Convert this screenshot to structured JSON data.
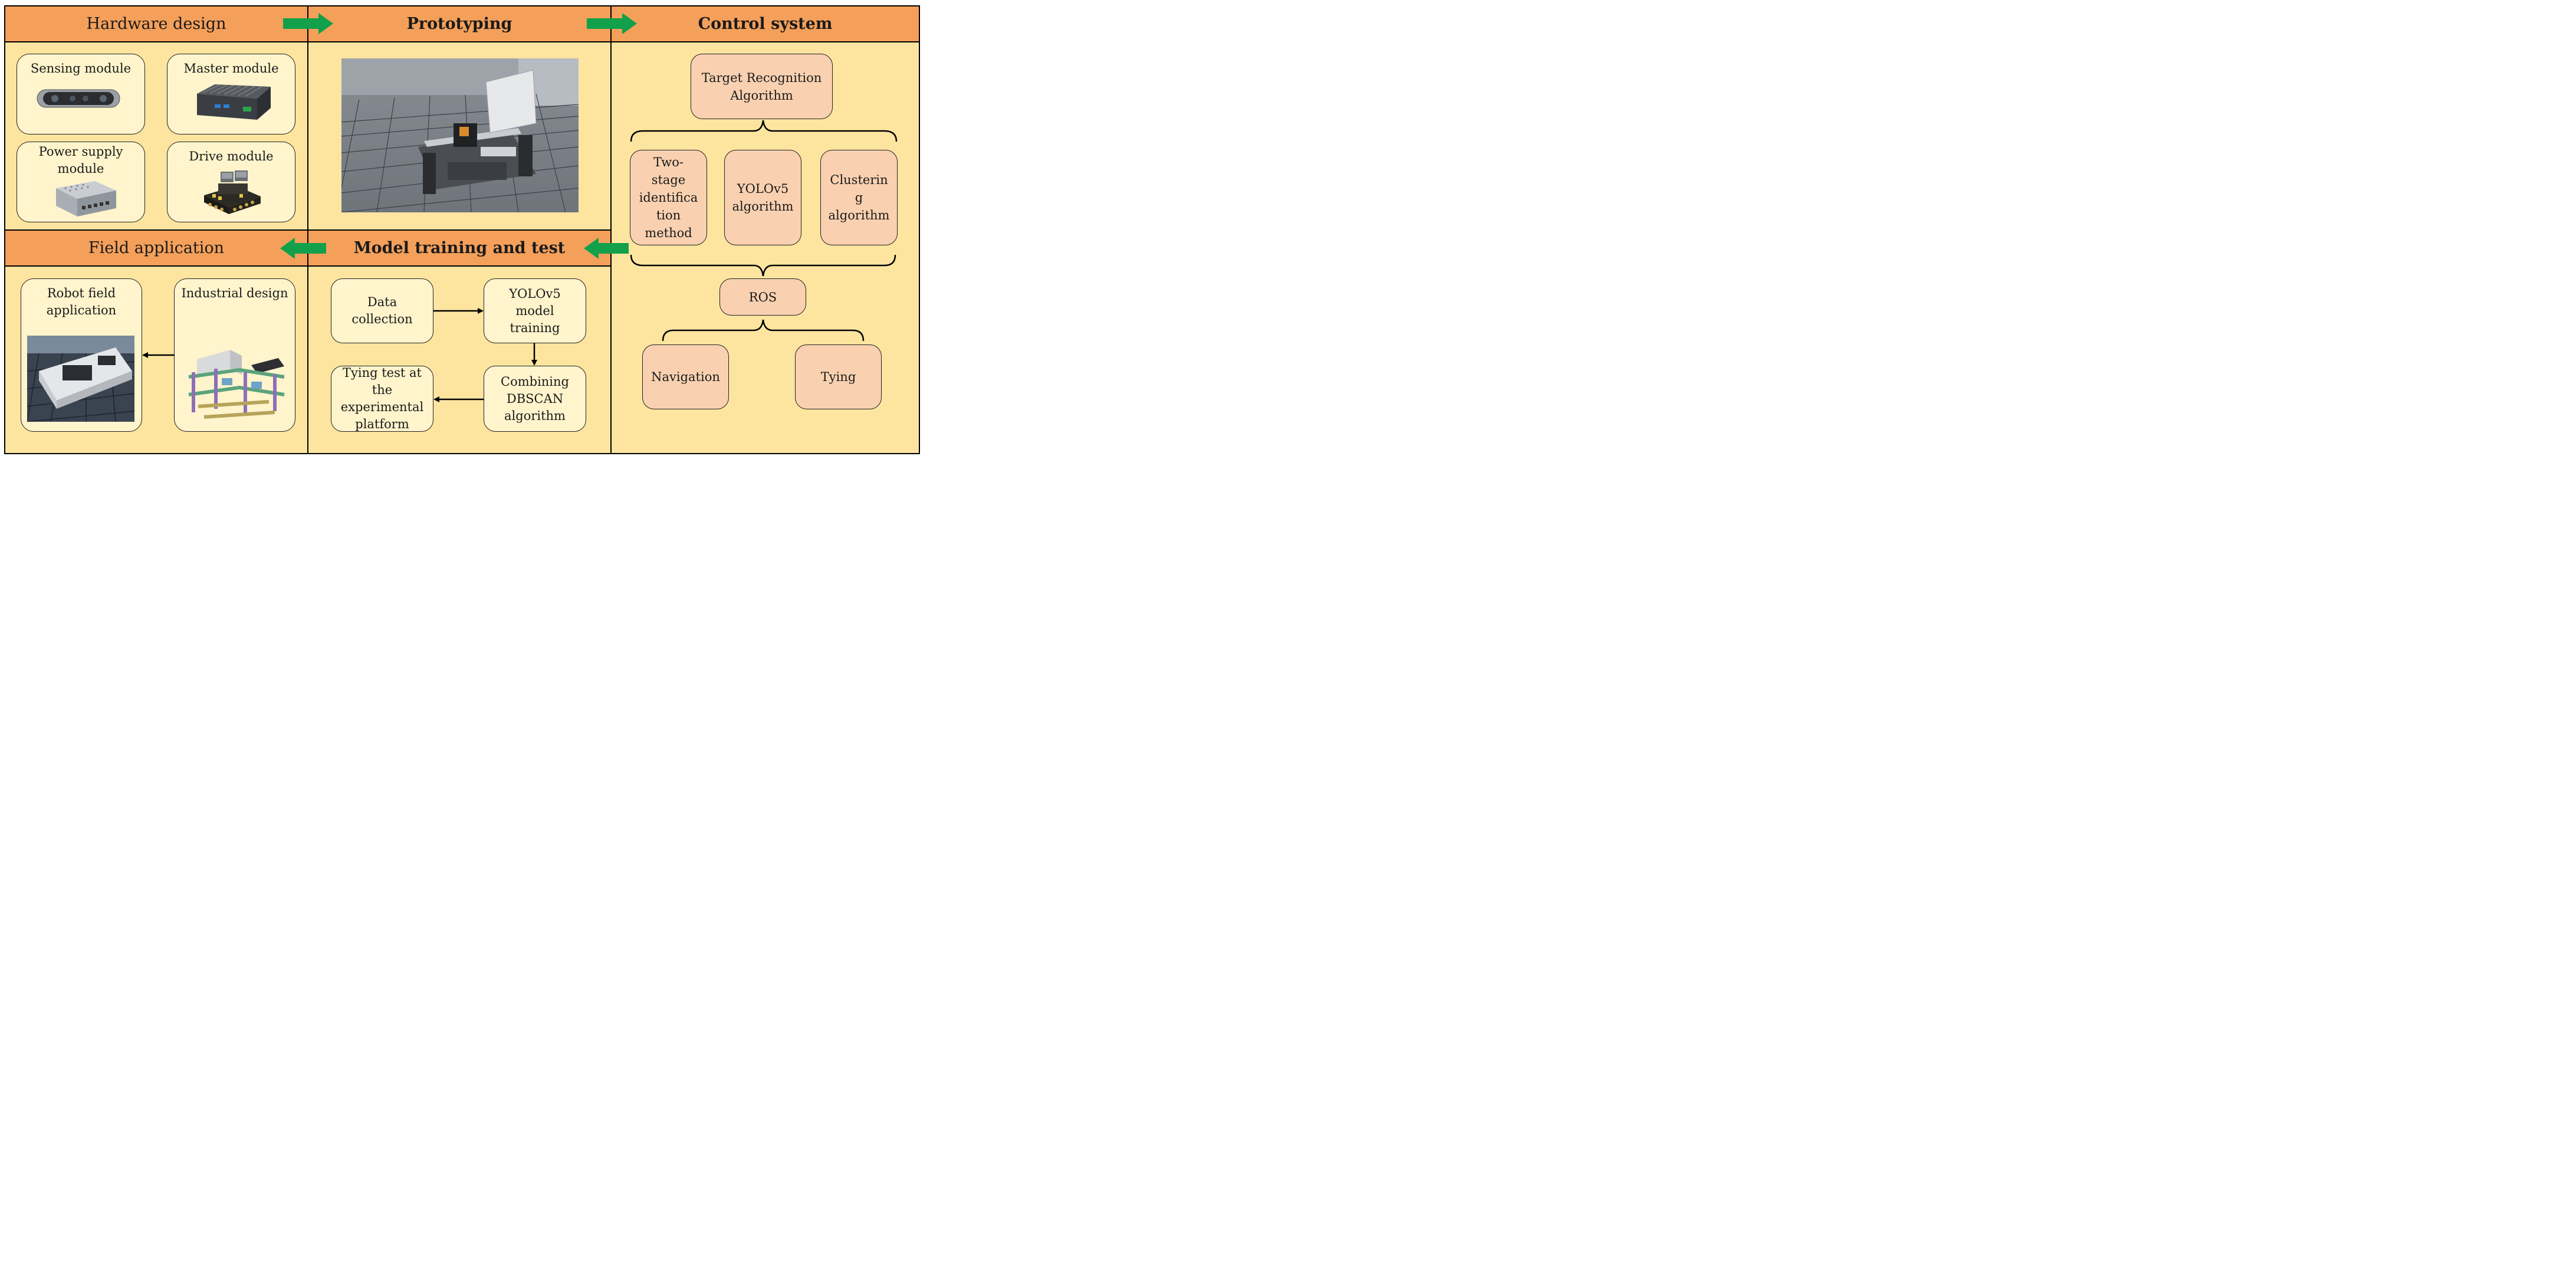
{
  "headers": {
    "hardware": "Hardware design",
    "prototyping": "Prototyping",
    "control": "Control system",
    "field": "Field application",
    "model": "Model training and test"
  },
  "hardware_modules": [
    {
      "label": "Sensing module"
    },
    {
      "label": "Master module"
    },
    {
      "label": "Power supply\nmodule"
    },
    {
      "label": "Drive module"
    }
  ],
  "control": {
    "target": "Target Recognition\nAlgorithm",
    "methods": [
      "Two-\nstage\nidentifica\ntion\nmethod",
      "YOLOv5\nalgorithm",
      "Clusterin\ng\nalgorithm"
    ],
    "ros": "ROS",
    "outputs": [
      "Navigation",
      "Tying"
    ]
  },
  "field": {
    "robot": "Robot field\napplication",
    "industrial": "Industrial design"
  },
  "model": {
    "data": "Data\ncollection",
    "training": "YOLOv5\nmodel\ntraining",
    "combining": "Combining\nDBSCAN\nalgorithm",
    "tying": "Tying test at\nthe\nexperimental\nplatform"
  },
  "colors": {
    "panel": "#fde5a0",
    "header": "#f4a05a",
    "process_box": "#fff4cc",
    "control_box": "#f9d1b0",
    "flow_arrow": "#12a04a"
  }
}
